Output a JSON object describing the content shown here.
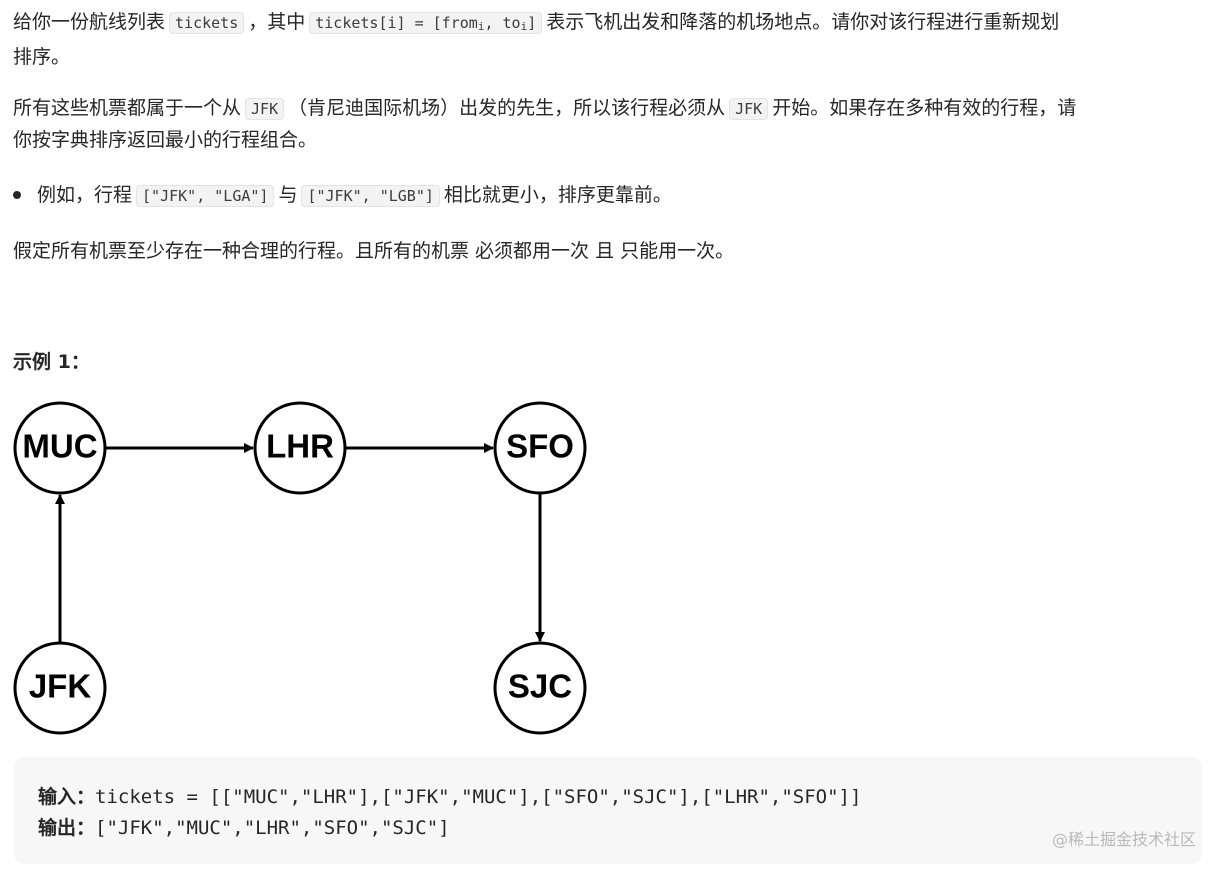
{
  "description": {
    "p1": {
      "text1": "给你一份航线列表",
      "code1": "tickets",
      "text2": "，其中",
      "code2_pre": "tickets[i] = [from",
      "code2_sub1": "i",
      "code2_mid": ", to",
      "code2_sub2": "i",
      "code2_post": "]",
      "text3": "表示飞机出发和降落的机场地点。请你对该行程进行重新规划",
      "text4": "排序。"
    },
    "p2": {
      "text1": "所有这些机票都属于一个从",
      "code1": "JFK",
      "text2": "（肯尼迪国际机场）出发的先生，所以该行程必须从",
      "code2": "JFK",
      "text3": "开始。如果存在多种有效的行程，请",
      "text4": "你按字典排序返回最小的行程组合。"
    },
    "bullet": {
      "text1": "例如，行程",
      "code1": "[\"JFK\", \"LGA\"]",
      "text2": "与",
      "code2": "[\"JFK\", \"LGB\"]",
      "text3": "相比就更小，排序更靠前。"
    },
    "p3": "假定所有机票至少存在一种合理的行程。且所有的机票 必须都用一次 且 只能用一次。"
  },
  "example": {
    "title": "示例 1：",
    "nodes": [
      "MUC",
      "LHR",
      "SFO",
      "JFK",
      "SJC"
    ],
    "edges": [
      [
        "JFK",
        "MUC"
      ],
      [
        "MUC",
        "LHR"
      ],
      [
        "LHR",
        "SFO"
      ],
      [
        "SFO",
        "SJC"
      ]
    ],
    "input_label": "输入：",
    "input_value": "tickets = [[\"MUC\",\"LHR\"],[\"JFK\",\"MUC\"],[\"SFO\",\"SJC\"],[\"LHR\",\"SFO\"]]",
    "output_label": "输出：",
    "output_value": "[\"JFK\",\"MUC\",\"LHR\",\"SFO\",\"SJC\"]"
  },
  "watermark": "@稀土掘金技术社区"
}
